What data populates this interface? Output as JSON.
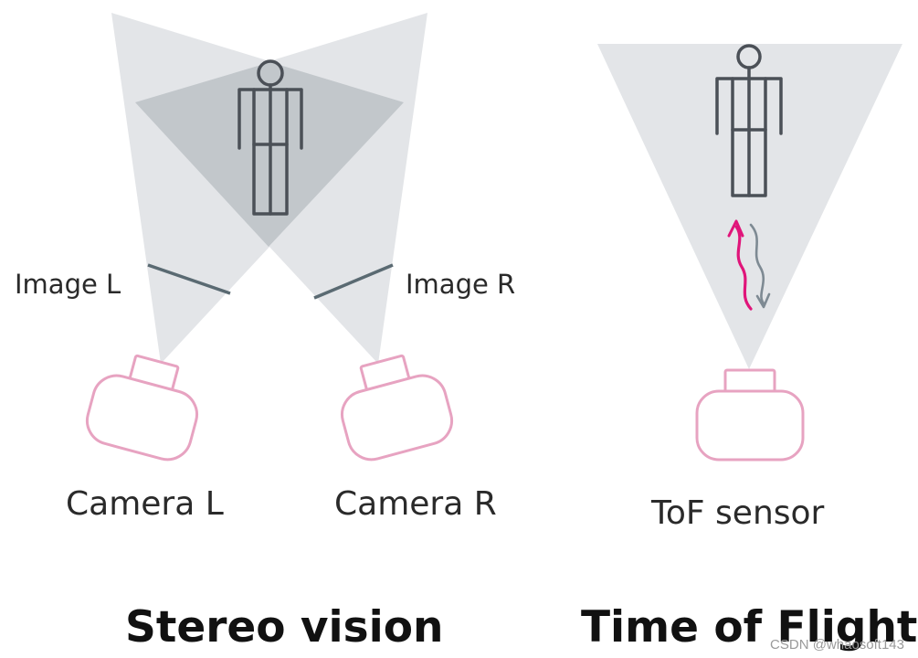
{
  "stereo": {
    "title": "Stereo vision",
    "image_left_label": "Image L",
    "image_right_label": "Image R",
    "camera_left_label": "Camera L",
    "camera_right_label": "Camera R"
  },
  "tof": {
    "title": "Time of Flight",
    "sensor_label": "ToF sensor"
  },
  "watermark": "CSDN @whaosoft143",
  "colors": {
    "cone": "#e3e5e8",
    "overlap": "#c2c7cb",
    "figure_outline": "#4b5057",
    "camera_outline": "#e7a3c1",
    "image_plane": "#5a6a72",
    "emitted_wave": "#e0157a",
    "reflected_wave": "#7e8a93"
  }
}
